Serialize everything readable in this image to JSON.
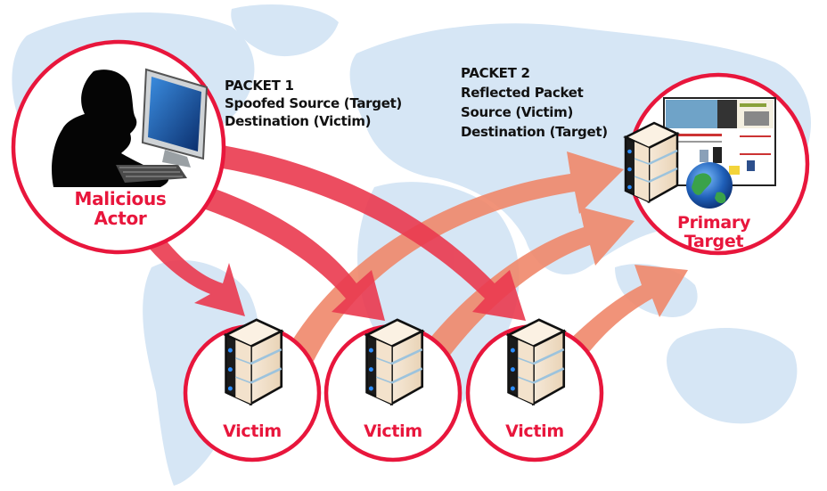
{
  "packet1": {
    "title": "PACKET 1",
    "line1": "Spoofed Source (Target)",
    "line2": "Destination (Victim)"
  },
  "packet2": {
    "title": "PACKET 2",
    "line1": "Reflected Packet",
    "line2": "Source (Victim)",
    "line3": "Destination (Target)"
  },
  "nodes": {
    "attacker": {
      "line1": "Malicious",
      "line2": "Actor"
    },
    "target": {
      "line1": "Primary",
      "line2": "Target"
    },
    "victims": [
      {
        "label": "Victim"
      },
      {
        "label": "Victim"
      },
      {
        "label": "Victim"
      }
    ]
  },
  "colors": {
    "accent_red": "#e8163c",
    "attack_arrow": "#ea3a4f",
    "reflect_arrow": "#f08a6e",
    "map_land": "#d6e6f5",
    "text": "#111111"
  }
}
